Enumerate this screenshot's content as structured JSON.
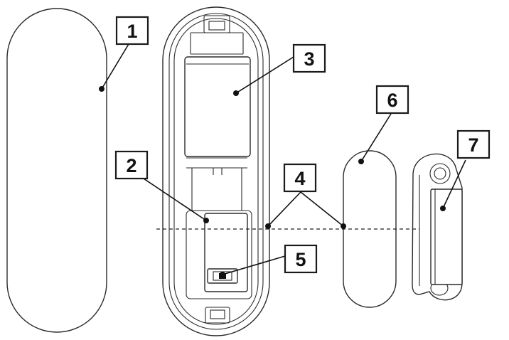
{
  "callouts": [
    {
      "id": "1",
      "label": "1"
    },
    {
      "id": "2",
      "label": "2"
    },
    {
      "id": "3",
      "label": "3"
    },
    {
      "id": "4",
      "label": "4"
    },
    {
      "id": "5",
      "label": "5"
    },
    {
      "id": "6",
      "label": "6"
    },
    {
      "id": "7",
      "label": "7"
    }
  ],
  "colors": {
    "stroke": "#2a2a2a",
    "background": "#ffffff"
  }
}
